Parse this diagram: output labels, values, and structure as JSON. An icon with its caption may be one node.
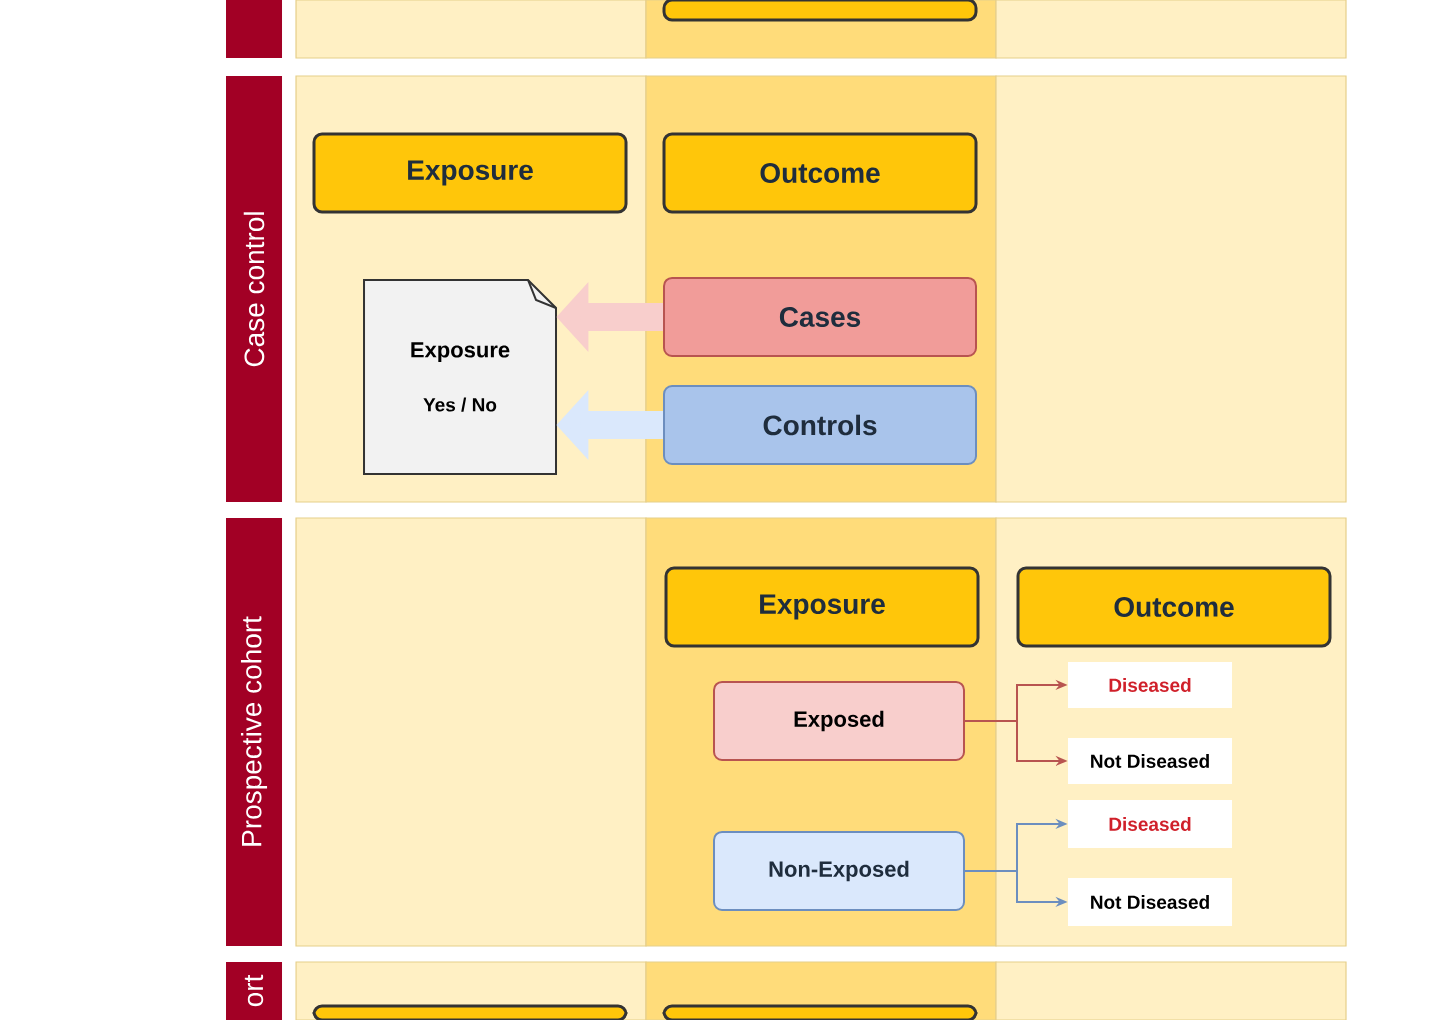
{
  "diagram": {
    "nodes": [
      {
        "text": [],
        "shape": "box"
      },
      {
        "text": [],
        "shape": "box"
      },
      {
        "text": [
          "Case control"
        ]
      },
      {
        "text": [
          "Exposure"
        ]
      },
      {
        "text": [
          "Outcome"
        ]
      },
      {
        "text": [
          "Exposure",
          "Yes / No"
        ]
      },
      {
        "text": [
          "Cases"
        ]
      },
      {
        "text": [
          "Controls"
        ]
      },
      {
        "text": [
          "Prospective cohort"
        ]
      },
      {
        "text": [
          "Exposure"
        ]
      },
      {
        "text": [
          "Outcome"
        ]
      },
      {
        "text": [
          "Exposed"
        ]
      },
      {
        "text": [
          "Diseased"
        ]
      },
      {
        "text": [
          "Not Diseased"
        ]
      },
      {
        "text": [
          "Non-Exposed"
        ]
      },
      {
        "text": [
          "Diseased"
        ]
      },
      {
        "text": [
          "Not Diseased"
        ]
      },
      {
        "text": [
          "ort"
        ]
      },
      {
        "text": [],
        "shape": "box"
      },
      {
        "text": [],
        "shape": "box"
      }
    ],
    "edges": [
      {
        "from": 6,
        "to": 5,
        "arrow": "to",
        "style": "thick",
        "color": "#f8cecc"
      },
      {
        "from": 7,
        "to": 5,
        "arrow": "to",
        "style": "thick",
        "color": "#dae8fc"
      },
      {
        "from": 11,
        "to": 12,
        "arrow": "to",
        "color": "#b85450"
      },
      {
        "from": 11,
        "to": 13,
        "arrow": "to",
        "color": "#b85450"
      },
      {
        "from": 14,
        "to": 15,
        "arrow": "to",
        "color": "#6c8ebf"
      },
      {
        "from": 14,
        "to": 16,
        "arrow": "to",
        "color": "#6c8ebf"
      }
    ]
  }
}
